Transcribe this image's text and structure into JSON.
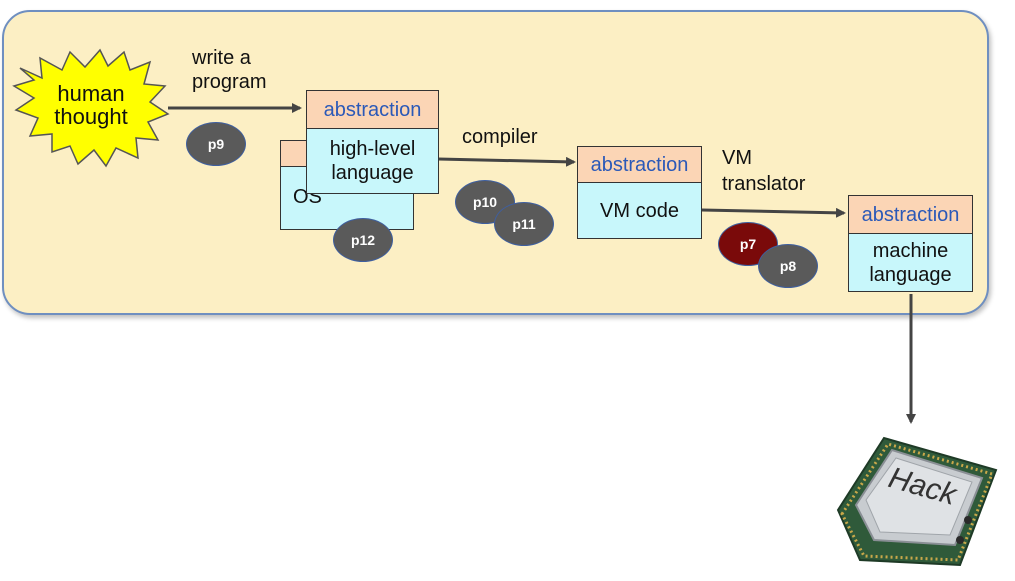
{
  "thought": {
    "line1": "human",
    "line2": "thought"
  },
  "arrows": {
    "write": {
      "line1": "write a",
      "line2": "program"
    },
    "compiler": "compiler",
    "vm": {
      "line1": "VM",
      "line2": "translator"
    }
  },
  "stages": {
    "highlevel": {
      "header": "abstraction",
      "line1": "high-level",
      "line2": "language"
    },
    "os": "OS",
    "vmcode": {
      "header": "abstraction",
      "body": "VM code"
    },
    "machine": {
      "header": "abstraction",
      "line1": "machine",
      "line2": "language"
    }
  },
  "badges": {
    "p9": "p9",
    "p10": "p10",
    "p11": "p11",
    "p12": "p12",
    "p7": "p7",
    "p8": "p8"
  },
  "chip": {
    "label": "Hack"
  },
  "colors": {
    "panel": "#fcefc4",
    "header": "#fbd5b5",
    "body": "#c8f7fb",
    "badge": "#5a5a5a",
    "badge_highlight": "#7a0a0a",
    "burst": "#ffff00"
  }
}
